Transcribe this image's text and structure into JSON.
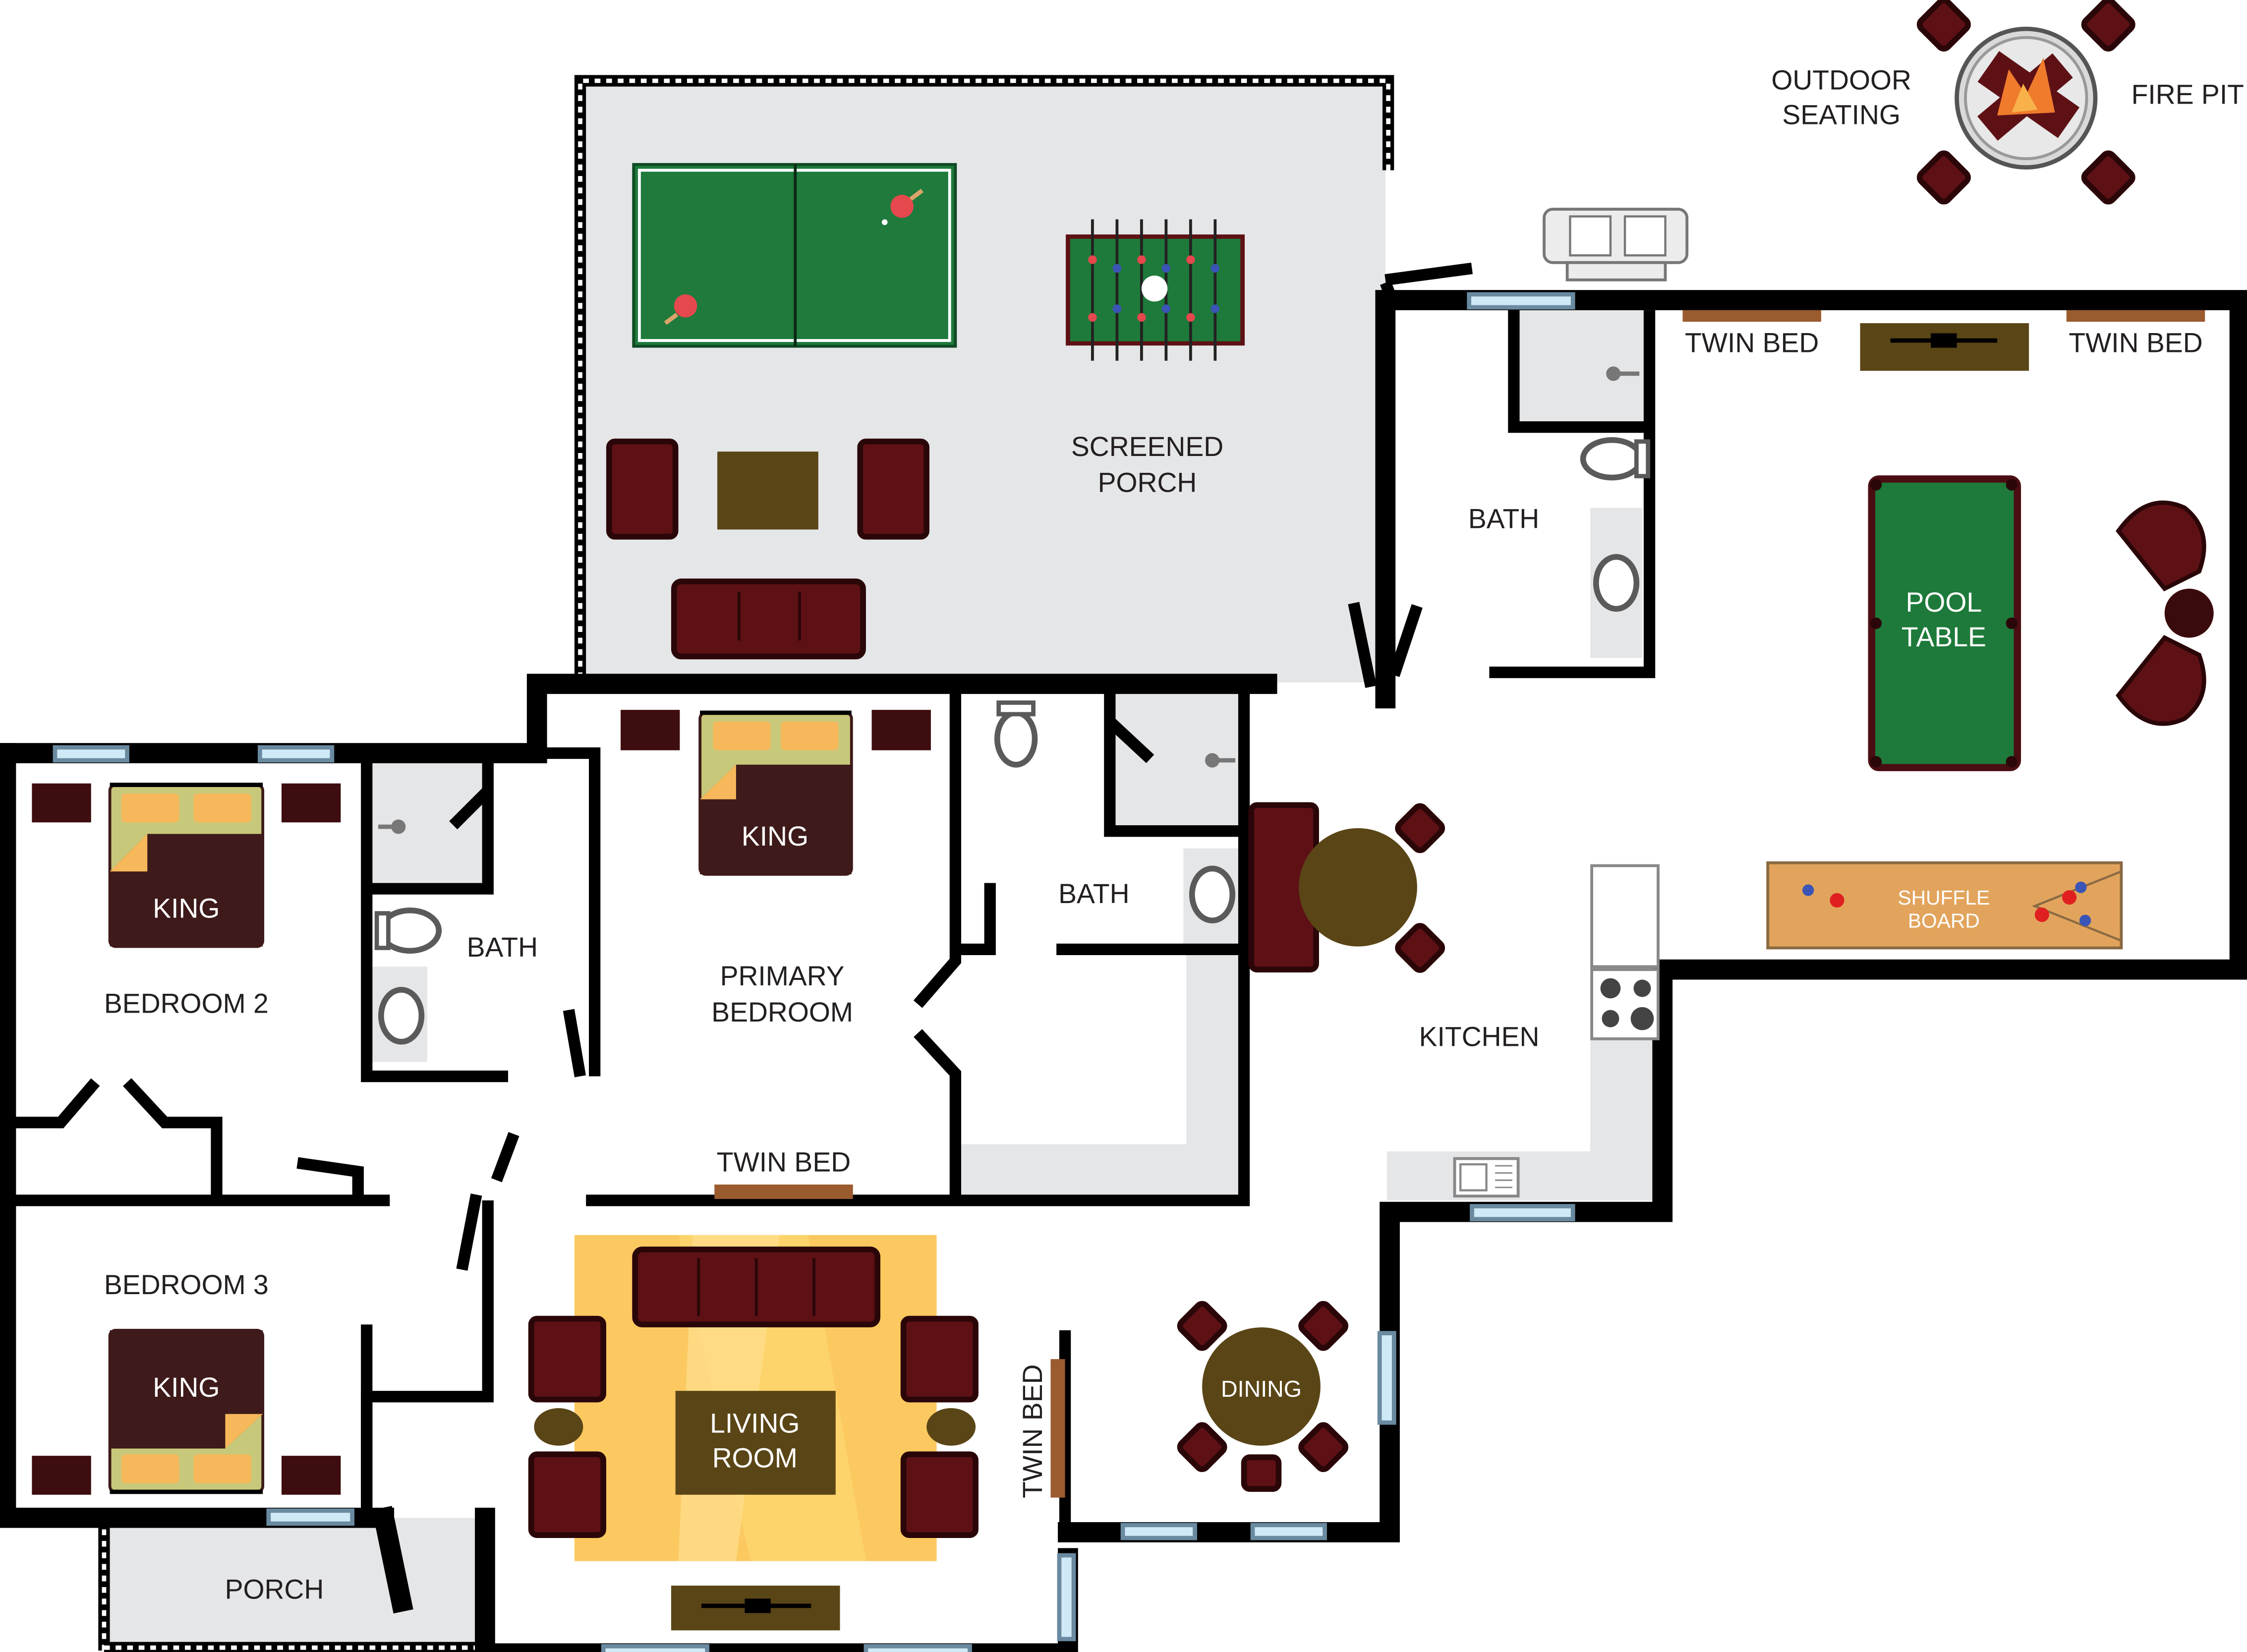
{
  "labels": {
    "outdoor_seating_1": "OUTDOOR",
    "outdoor_seating_2": "SEATING",
    "fire_pit": "FIRE PIT",
    "screened_porch_1": "SCREENED",
    "screened_porch_2": "PORCH",
    "twin_bed_game_left": "TWIN BED",
    "twin_bed_game_right": "TWIN BED",
    "bath_upper": "BATH",
    "pool_table_1": "POOL",
    "pool_table_2": "TABLE",
    "shuffle_board_1": "SHUFFLE",
    "shuffle_board_2": "BOARD",
    "kitchen": "KITCHEN",
    "king_primary": "KING",
    "primary_bedroom_1": "PRIMARY",
    "primary_bedroom_2": "BEDROOM",
    "bath_primary": "BATH",
    "bath_hall": "BATH",
    "king_bed2": "KING",
    "bedroom_2": "BEDROOM 2",
    "twin_bed_hall": "TWIN BED",
    "bedroom_3": "BEDROOM 3",
    "king_bed3": "KING",
    "living_room_1": "LIVING",
    "living_room_2": "ROOM",
    "twin_bed_living": "TWIN BED",
    "dining": "DINING",
    "porch": "PORCH"
  },
  "colors": {
    "wall": "#000000",
    "tile_floor": "#e5e6e8",
    "bedding": "#3e1a1a",
    "bed_sheet": "#c8c87a",
    "pillow": "#f6b85a",
    "furniture": "#5e1115",
    "table_brown": "#5a4516",
    "felt_green": "#1e7a3a",
    "rug": "#fdd36b",
    "shuffle_board": "#e2a45c",
    "window": "#cfe9f7"
  }
}
